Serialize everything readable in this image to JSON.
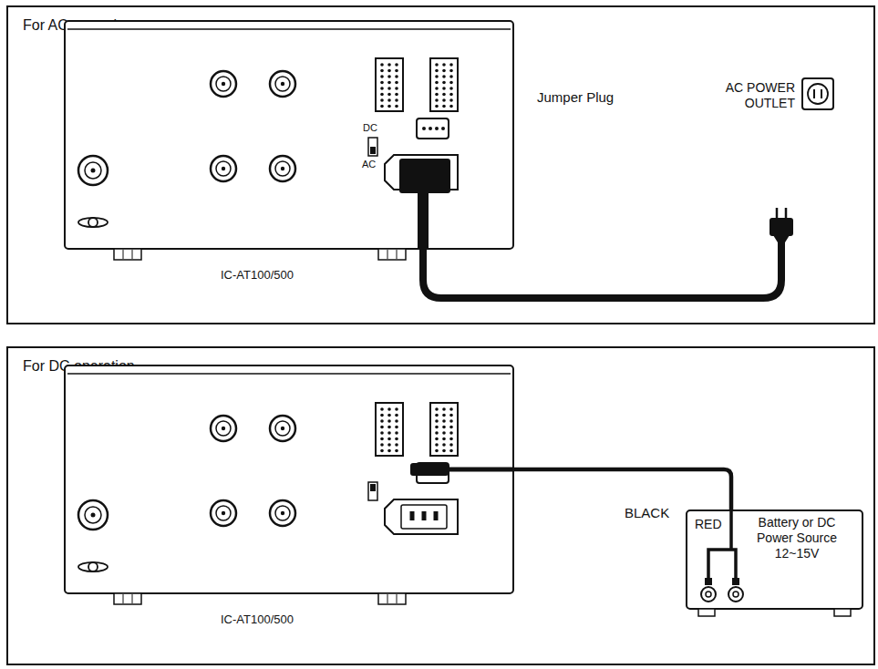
{
  "diagram": {
    "nodes": [
      {
        "text": [
          "For AC operation"
        ]
      },
      {
        "text": [
          "IC-AT100/500"
        ],
        "in": 0
      },
      {
        "text": [
          "AC POWER OUTLET"
        ],
        "in": 0
      },
      {
        "text": [
          "For DC operation"
        ]
      },
      {
        "text": [
          "IC-AT100/500"
        ],
        "in": 3
      },
      {
        "text": [
          "RED",
          "Battery or DC Power Source 12~15V"
        ],
        "in": 3
      }
    ],
    "edges": [
      {
        "from": 1,
        "to": 2,
        "arrow": "none"
      },
      {
        "from": 4,
        "to": 5,
        "arrow": "none"
      }
    ],
    "labels": [
      "DC",
      "AC",
      "Jumper Plug",
      "BLACK"
    ]
  }
}
